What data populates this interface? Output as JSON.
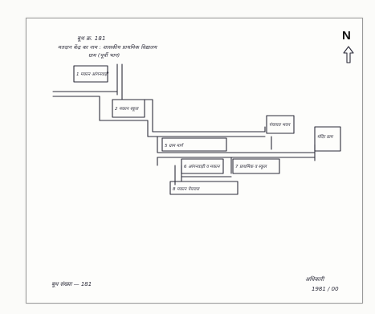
{
  "header": {
    "line1": "बूथ क्र. 181",
    "line2": "मतदान केंद्र का नाम : शासकीय प्राथमिक विद्यालय",
    "line3": "ग्राम (पूर्वी भाग)"
  },
  "north_label": "N",
  "places": [
    {
      "id": "p1",
      "label": "1  मकान\nआंगनवाड़ी"
    },
    {
      "id": "p2",
      "label": "2  मकान\nस्कूल"
    },
    {
      "id": "p3",
      "label": "पंचायत\nभवन"
    },
    {
      "id": "p4",
      "label": "मंदिर\nग्राम"
    },
    {
      "id": "p5",
      "label": "5  ग्राम  मार्ग"
    },
    {
      "id": "p6",
      "label": "6  आंगनवाड़ी\nव मकान"
    },
    {
      "id": "p7",
      "label": "7  प्राथमिक\nव स्कूल"
    },
    {
      "id": "p8",
      "label": "8  मकान  पेयजल"
    }
  ],
  "footer": {
    "left_text": "बूथ संख्या  —  181",
    "signature": "अधिकारी",
    "sign_date": "1981 / 00"
  },
  "colors": {
    "ink": "#2c2c3a",
    "paper": "#fdfdfb",
    "border": "#9a9a9a"
  }
}
